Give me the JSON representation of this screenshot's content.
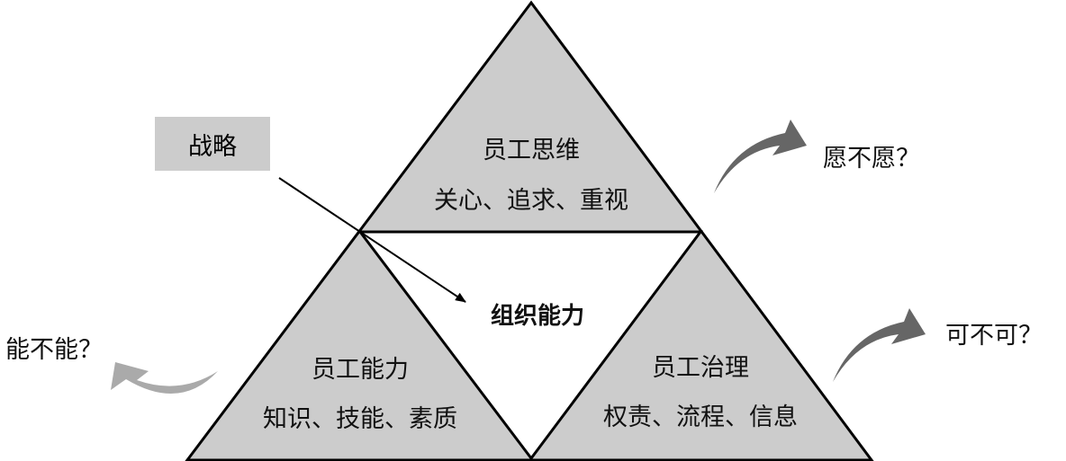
{
  "strategy": "战略",
  "center": "组织能力",
  "top": {
    "title": "员工思维",
    "items": "关心、追求、重视",
    "question": "愿不愿？"
  },
  "left": {
    "title": "员工能力",
    "items": "知识、技能、素质",
    "question": "能不能？"
  },
  "right": {
    "title": "员工治理",
    "items": "权责、流程、信息",
    "question": "可不可？"
  },
  "colors": {
    "fill": "#cccccc",
    "arrow_dark": "#666666",
    "arrow_light": "#aaaaaa"
  }
}
